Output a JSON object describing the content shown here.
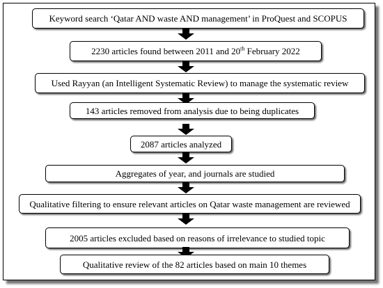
{
  "flowchart": {
    "steps": [
      {
        "text": "Keyword search ‘Qatar AND waste AND management’ in ProQuest and SCOPUS"
      },
      {
        "text_before": "2230 articles found between 2011 and 20",
        "superscript": "th",
        "text_after": " February 2022"
      },
      {
        "text": "Used Rayyan (an Intelligent Systematic Review) to manage the systematic review"
      },
      {
        "text": "143 articles removed from analysis due to being duplicates"
      },
      {
        "text": "2087 articles analyzed"
      },
      {
        "text": "Aggregates of year, and journals are studied"
      },
      {
        "text": "Qualitative filtering to ensure relevant articles on Qatar waste management are reviewed"
      },
      {
        "text": "2005 articles excluded based on reasons of irrelevance to studied topic"
      },
      {
        "text": "Qualitative review of the 82 articles based on main 10 themes"
      }
    ]
  }
}
